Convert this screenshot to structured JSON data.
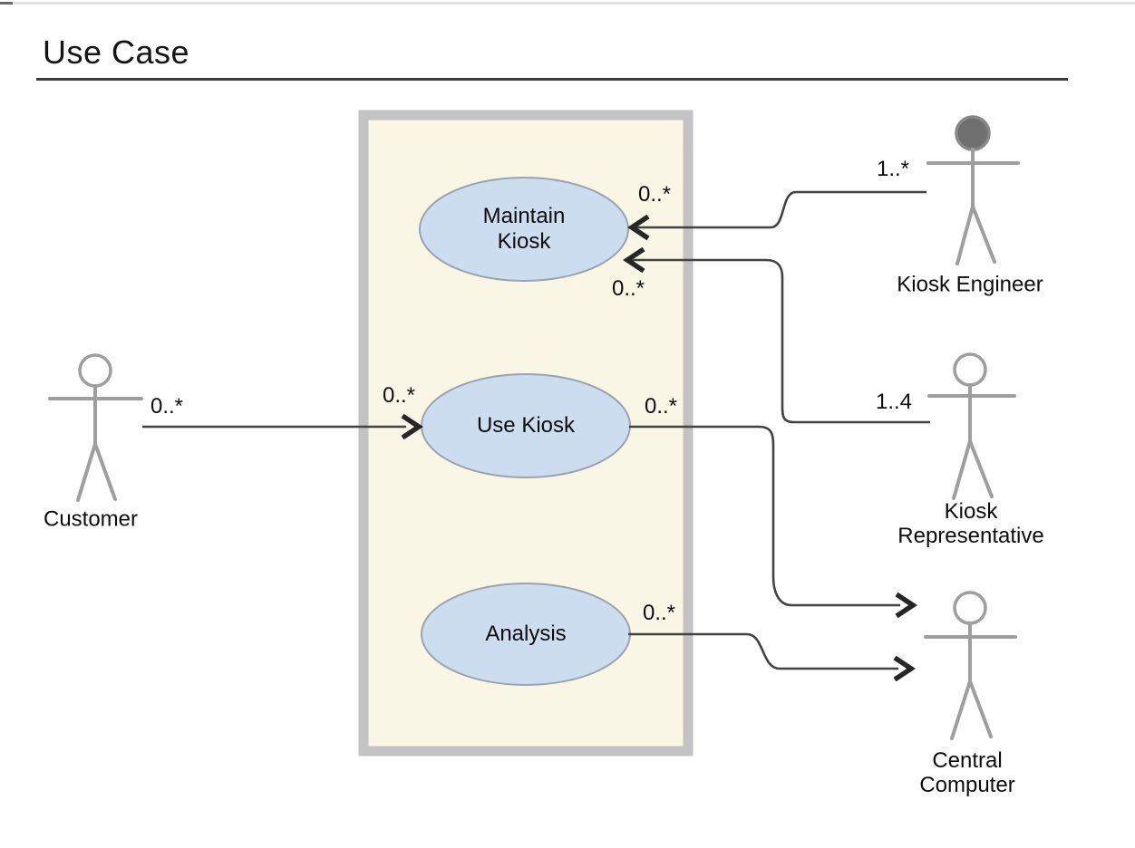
{
  "title": "Use Case",
  "system": {
    "use_cases": [
      {
        "id": "maintain-kiosk",
        "label": "Maintain\nKiosk"
      },
      {
        "id": "use-kiosk",
        "label": "Use Kiosk"
      },
      {
        "id": "analysis",
        "label": "Analysis"
      }
    ]
  },
  "actors": [
    {
      "id": "customer",
      "label": "Customer"
    },
    {
      "id": "kiosk-engineer",
      "label": "Kiosk Engineer"
    },
    {
      "id": "kiosk-representative",
      "label": "Kiosk\nRepresentative"
    },
    {
      "id": "central-computer",
      "label": "Central\nComputer"
    }
  ],
  "multiplicities": {
    "customer_side": "0..*",
    "use_kiosk_left": "0..*",
    "engineer_side": "1..*",
    "maintain_kiosk_top": "0..*",
    "maintain_kiosk_bottom": "0..*",
    "representative_side": "1..4",
    "use_kiosk_right": "0..*",
    "analysis_right": "0..*"
  },
  "colors": {
    "use_case_fill": "#ccddf0",
    "use_case_border": "#9ba4ae",
    "boundary_fill": "#faf6e6",
    "boundary_border": "#c3c3c3",
    "actor": "#9e9e9e",
    "engineer_head_fill": "#6f6f6f",
    "connector": "#424242"
  }
}
